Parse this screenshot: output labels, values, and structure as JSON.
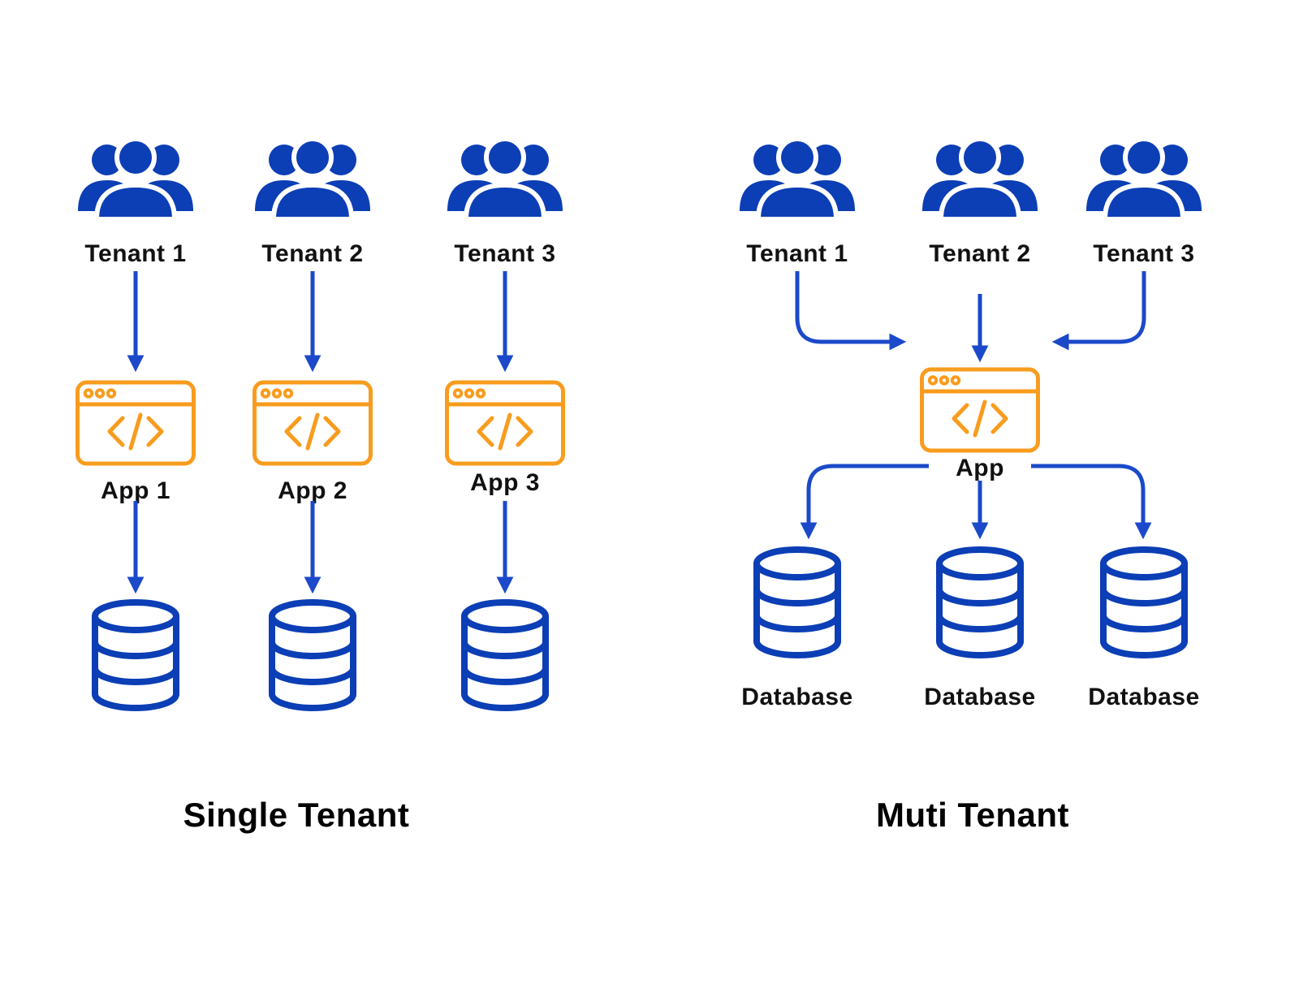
{
  "diagram": {
    "left": {
      "title": "Single Tenant",
      "tenants": [
        "Tenant 1",
        "Tenant 2",
        "Tenant 3"
      ],
      "apps": [
        "App 1",
        "App 2",
        "App 3"
      ]
    },
    "right": {
      "title": "Muti Tenant",
      "tenants": [
        "Tenant 1",
        "Tenant 2",
        "Tenant 3"
      ],
      "app": "App",
      "databases": [
        "Database",
        "Database",
        "Database"
      ]
    },
    "colors": {
      "icon_blue": "#0C3EB5",
      "arrow_blue": "#1B49C9",
      "window_orange": "#F89C1E",
      "label_text": "#111111",
      "title_text": "#000000"
    }
  }
}
